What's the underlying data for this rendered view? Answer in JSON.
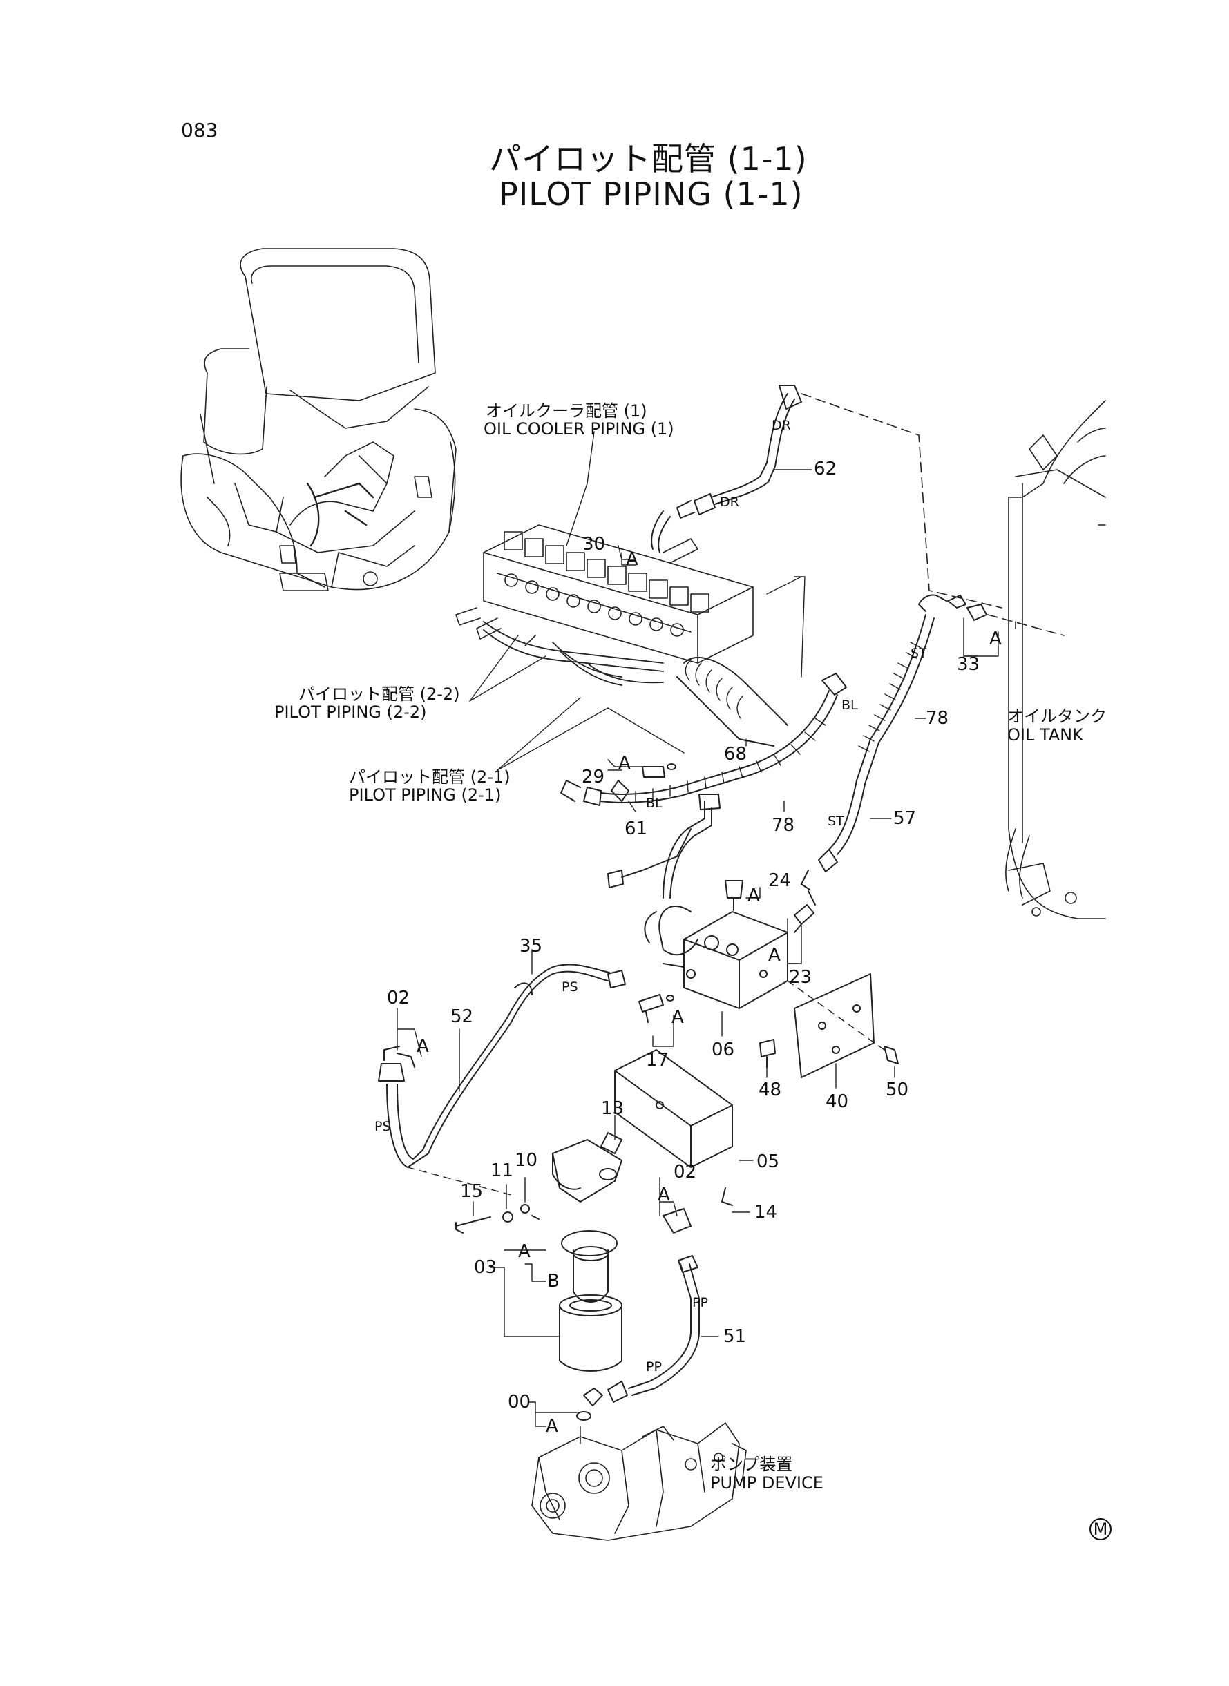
{
  "sheet_number": "083",
  "title": {
    "jp": "パイロット配管 (1-1)",
    "en": "PILOT PIPING (1-1)"
  },
  "references": {
    "oil_cooler_jp": "オイルクーラ配管 (1)",
    "oil_cooler_en": "OIL COOLER PIPING (1)",
    "pilot22_jp": "パイロット配管 (2-2)",
    "pilot22_en": "PILOT PIPING (2-2)",
    "pilot21_jp": "パイロット配管 (2-1)",
    "pilot21_en": "PILOT PIPING (2-1)",
    "oil_tank_jp": "オイルタンク",
    "oil_tank_en": "OIL TANK",
    "pump_jp": "ポンプ装置",
    "pump_en": "PUMP DEVICE"
  },
  "parts": {
    "p62": "62",
    "p30": "30",
    "p33": "33",
    "p78a": "78",
    "p78b": "78",
    "p68": "68",
    "p29": "29",
    "p61": "61",
    "p57": "57",
    "p24": "24",
    "p23": "23",
    "p35": "35",
    "p02a": "02",
    "p52": "52",
    "p17": "17",
    "p06": "06",
    "p48": "48",
    "p40": "40",
    "p50": "50",
    "p13": "13",
    "p05": "05",
    "p11": "11",
    "p10": "10",
    "p15": "15",
    "p02b": "02",
    "p14": "14",
    "p03": "03",
    "p51": "51",
    "p00": "00"
  },
  "port_labels": {
    "dr1": "DR",
    "dr2": "DR",
    "st1": "ST",
    "st2": "ST",
    "bl1": "BL",
    "bl2": "BL",
    "ps1": "PS",
    "ps2": "PS",
    "pp1": "PP",
    "pp2": "PP"
  },
  "sub_marks": {
    "a30": "A",
    "a33": "A",
    "a29": "A",
    "a24": "A",
    "a23": "A",
    "a17": "A",
    "a02a": "A",
    "a02b": "A",
    "a03": "A",
    "b03": "B",
    "a00": "A"
  },
  "footer_mark": "M"
}
